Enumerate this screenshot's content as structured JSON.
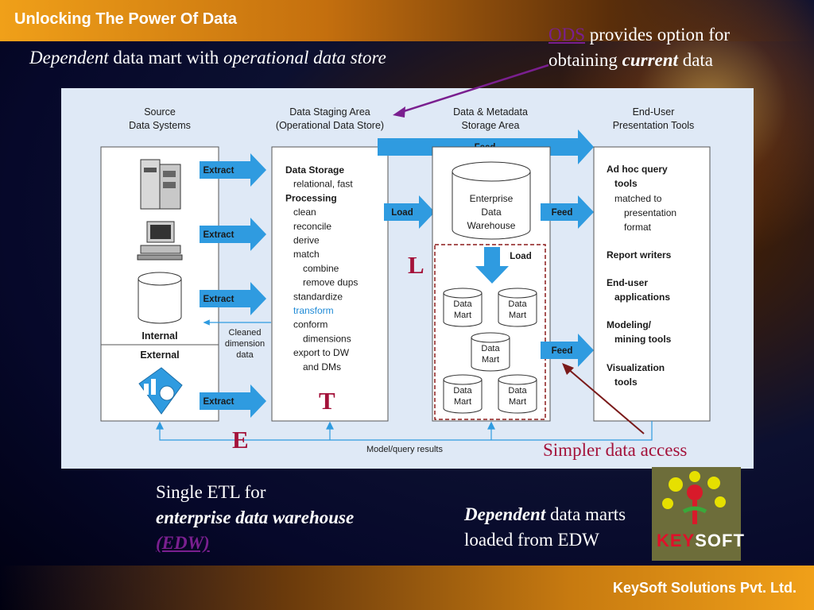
{
  "slide": {
    "header_title": "Unlocking The Power Of Data",
    "footer_company": "KeySoft Solutions Pvt. Ltd.",
    "subtitle": {
      "part1": "Dependent",
      "part2": " data mart with ",
      "part3": "operational data store"
    },
    "ods_note": {
      "ods": "ODS",
      "line1_rest": " provides option for",
      "line2_a": "obtaining ",
      "line2_b": "current",
      "line2_c": " data"
    },
    "simpler_note": "Simpler data access",
    "letter_e": "E",
    "letter_t": "T",
    "letter_l": "L",
    "etl_note": {
      "line1": "Single ETL for",
      "line2": "enterprise data warehouse",
      "line3": "(EDW)"
    },
    "dm_note": {
      "part1": "Dependent",
      "part2": " data marts",
      "line2": "loaded from EDW"
    },
    "logo": {
      "key": "KEY",
      "soft": "SOFT"
    }
  },
  "diagram": {
    "headers": {
      "source_1": "Source",
      "source_2": "Data Systems",
      "staging_1": "Data Staging Area",
      "staging_2": "(Operational Data Store)",
      "storage_1": "Data & Metadata",
      "storage_2": "Storage Area",
      "enduser_1": "End-User",
      "enduser_2": "Presentation Tools"
    },
    "source_labels": {
      "internal": "Internal",
      "external": "External"
    },
    "arrows": {
      "extract": "Extract",
      "load": "Load",
      "feed": "Feed"
    },
    "cleaned": {
      "l1": "Cleaned",
      "l2": "dimension",
      "l3": "data"
    },
    "staging_lines": [
      "Data Storage",
      "relational, fast",
      "Processing",
      "clean",
      "reconcile",
      "derive",
      "match",
      "combine",
      "remove dups",
      "standardize",
      "transform",
      "conform",
      "dimensions",
      "export to DW",
      "and DMs"
    ],
    "edw": {
      "l1": "Enterprise",
      "l2": "Data",
      "l3": "Warehouse"
    },
    "data_mart": {
      "l1": "Data",
      "l2": "Mart"
    },
    "enduser_lines": [
      "Ad hoc query",
      "tools",
      "matched to",
      "presentation",
      "format",
      "Report writers",
      "End-user",
      "applications",
      "Modeling/",
      "mining tools",
      "Visualization",
      "tools"
    ],
    "model_results": "Model/query results",
    "colors": {
      "arrow": "#2f9be0",
      "text": "#1a1a1a",
      "transform": "#1f8ad6",
      "dashed": "#8b1a1a",
      "note_red": "#a4123a"
    }
  }
}
